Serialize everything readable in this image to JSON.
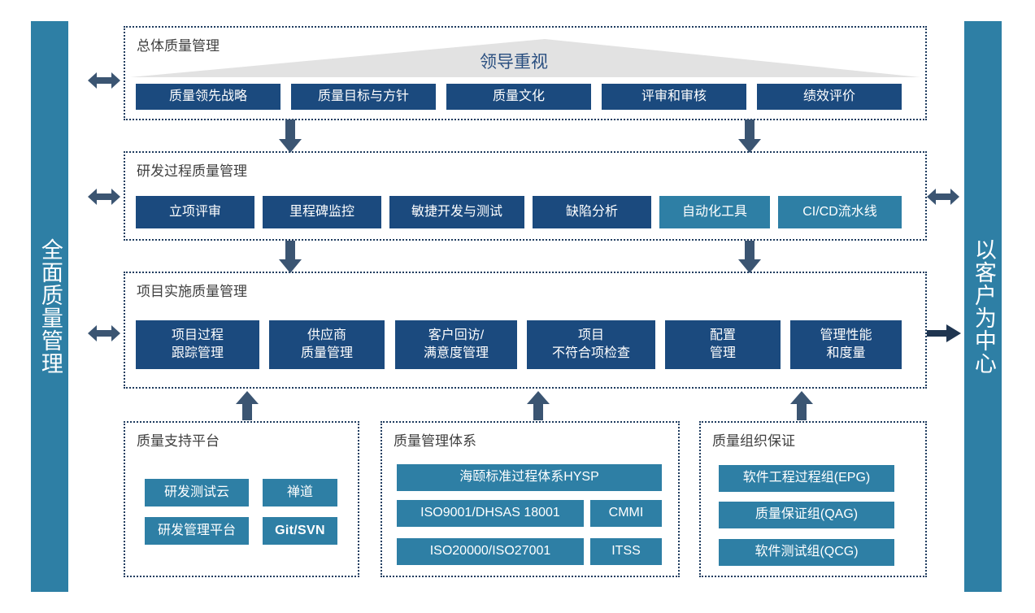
{
  "sides": {
    "left": {
      "label": "全面质量管理",
      "color": "#2E7FA5"
    },
    "right": {
      "label": "以客户为中心",
      "color": "#2E7FA5"
    }
  },
  "colors": {
    "navy": "#1B4A7E",
    "teal": "#2E7FA5",
    "arrow": "#3B5572",
    "arrow_dark": "#1F3550",
    "triangle": "#E2E2E2",
    "panel_border": "#1F3C5F",
    "panel_label": "#404040",
    "triangle_label": "#2A4F80"
  },
  "panels": {
    "overall": {
      "label": "总体质量管理",
      "highlight": "领导重视",
      "boxes": [
        {
          "label": "质量领先战略",
          "style": "navy"
        },
        {
          "label": "质量目标与方针",
          "style": "navy"
        },
        {
          "label": "质量文化",
          "style": "navy"
        },
        {
          "label": "评审和审核",
          "style": "navy"
        },
        {
          "label": "绩效评价",
          "style": "navy"
        }
      ]
    },
    "rnd": {
      "label": "研发过程质量管理",
      "boxes": [
        {
          "label": "立项评审",
          "style": "navy"
        },
        {
          "label": "里程碑监控",
          "style": "navy"
        },
        {
          "label": "敏捷开发与测试",
          "style": "navy"
        },
        {
          "label": "缺陷分析",
          "style": "navy"
        },
        {
          "label": "自动化工具",
          "style": "teal"
        },
        {
          "label": "CI/CD流水线",
          "style": "teal"
        }
      ]
    },
    "project": {
      "label": "项目实施质量管理",
      "boxes": [
        {
          "line1": "项目过程",
          "line2": "跟踪管理",
          "style": "navy"
        },
        {
          "line1": "供应商",
          "line2": "质量管理",
          "style": "navy"
        },
        {
          "line1": "客户回访/",
          "line2": "满意度管理",
          "style": "navy"
        },
        {
          "line1": "项目",
          "line2": "不符合项检查",
          "style": "navy"
        },
        {
          "line1": "配置",
          "line2": "管理",
          "style": "navy"
        },
        {
          "line1": "管理性能",
          "line2": "和度量",
          "style": "navy"
        }
      ]
    },
    "support": {
      "label": "质量支持平台",
      "boxes": [
        {
          "label": "研发测试云",
          "style": "teal",
          "bold": false
        },
        {
          "label": "禅道",
          "style": "teal",
          "bold": false
        },
        {
          "label": "研发管理平台",
          "style": "teal",
          "bold": false
        },
        {
          "label": "Git/SVN",
          "style": "teal",
          "bold": true
        }
      ]
    },
    "system": {
      "label": "质量管理体系",
      "boxes": [
        {
          "label": "海颐标准过程体系HYSP",
          "style": "teal"
        },
        {
          "label": "ISO9001/DHSAS 18001",
          "style": "teal"
        },
        {
          "label": "CMMI",
          "style": "teal"
        },
        {
          "label": "ISO20000/ISO27001",
          "style": "teal"
        },
        {
          "label": "ITSS",
          "style": "teal"
        }
      ]
    },
    "org": {
      "label": "质量组织保证",
      "boxes": [
        {
          "label": "软件工程过程组(EPG)",
          "style": "teal"
        },
        {
          "label": "质量保证组(QAG)",
          "style": "teal"
        },
        {
          "label": "软件测试组(QCG)",
          "style": "teal"
        }
      ]
    }
  },
  "arrows": {
    "left_overall": "double-arrow-horizontal",
    "left_rnd": "double-arrow-horizontal",
    "left_project": "double-arrow-horizontal",
    "right_rnd": "double-arrow-horizontal",
    "right_project": "arrow-right",
    "down_a1": "arrow-down",
    "down_a2": "arrow-down",
    "down_b1": "arrow-down",
    "down_b2": "arrow-down",
    "up_1": "arrow-up",
    "up_2": "arrow-up",
    "up_3": "arrow-up"
  }
}
